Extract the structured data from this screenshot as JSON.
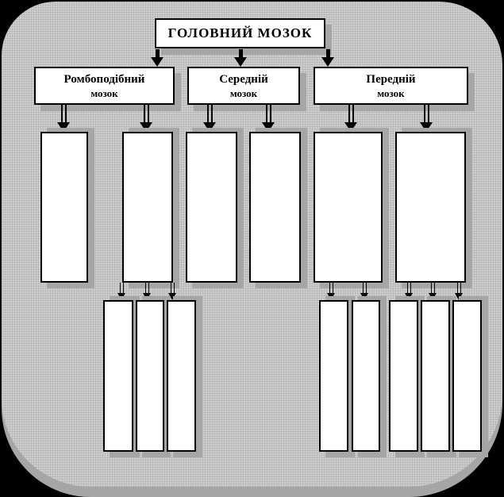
{
  "diagram": {
    "title": "ГОЛОВНИЙ МОЗОК",
    "branches": [
      {
        "name": "Ромбоподібний",
        "line2": "мозок",
        "empty_child_boxes": 2,
        "empty_grandchild_boxes": 3
      },
      {
        "name": "Середній",
        "line2": "мозок",
        "empty_child_boxes": 2,
        "empty_grandchild_boxes": 0
      },
      {
        "name": "Передній",
        "line2": "мозок",
        "empty_child_boxes": 2,
        "empty_grandchild_boxes": 5
      }
    ],
    "empty_slots": {
      "level3_boxes": 6,
      "level4_boxes": 8
    }
  },
  "colors": {
    "panel_fill": "#cecece",
    "panel_dot": "#b0b0b0",
    "shadow": "#a6a6a6",
    "box_fill": "#ffffff",
    "box_border": "#000000",
    "outer_background": "#000000"
  }
}
